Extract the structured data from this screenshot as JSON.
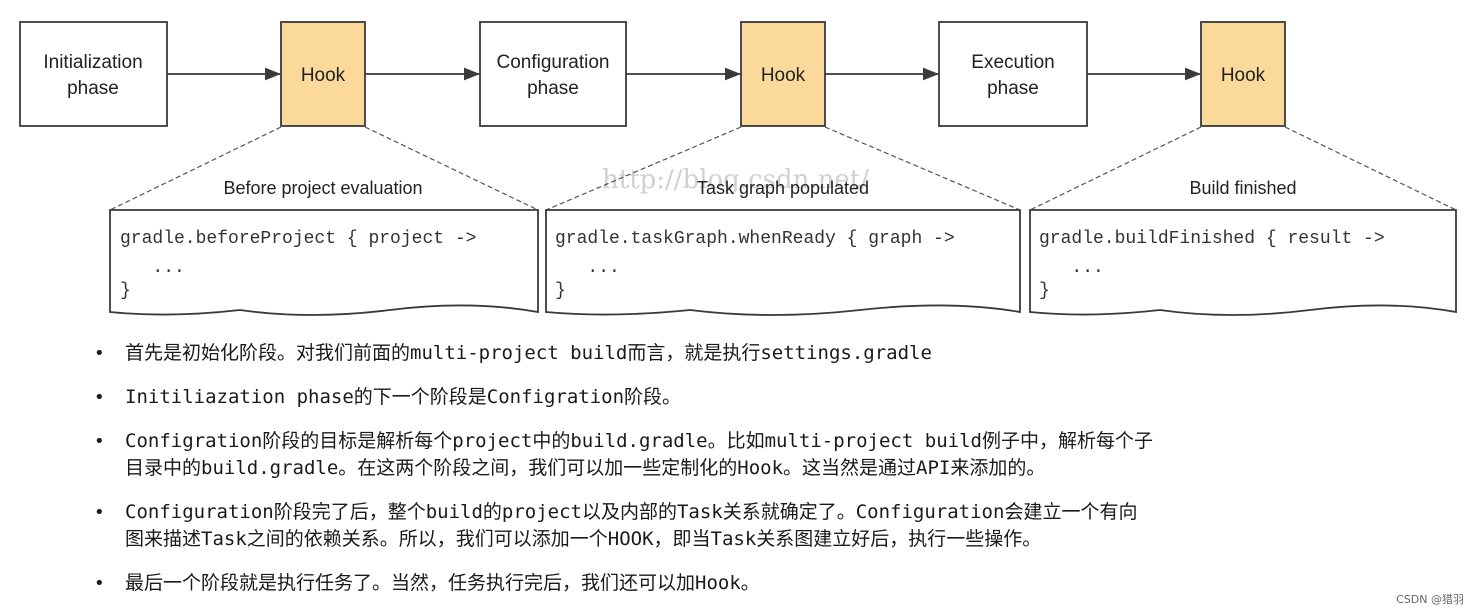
{
  "colors": {
    "phase_fill": "#ffffff",
    "hook_fill": "#fbd99a",
    "stroke": "#3a3a3a",
    "watermark": "#d0d0d0"
  },
  "diagram": {
    "phases": [
      {
        "line1": "Initialization",
        "line2": "phase"
      },
      {
        "line1": "Configuration",
        "line2": "phase"
      },
      {
        "line1": "Execution",
        "line2": "phase"
      }
    ],
    "hooks": [
      "Hook",
      "Hook",
      "Hook"
    ],
    "callouts": [
      {
        "title": "Before project evaluation",
        "code": [
          "gradle.beforeProject { project ->",
          "   ...",
          "}"
        ]
      },
      {
        "title": "Task graph populated",
        "code": [
          "gradle.taskGraph.whenReady { graph ->",
          "   ...",
          "}"
        ]
      },
      {
        "title": "Build finished",
        "code": [
          "gradle.buildFinished { result ->",
          "   ...",
          "}"
        ]
      }
    ],
    "watermark": "http://blog.csdn.net/"
  },
  "notes": [
    {
      "lines": [
        "首先是初始化阶段。对我们前面的multi-project build而言，就是执行settings.gradle"
      ]
    },
    {
      "lines": [
        "Initiliazation phase的下一个阶段是Configration阶段。"
      ]
    },
    {
      "lines": [
        "Configration阶段的目标是解析每个project中的build.gradle。比如multi-project build例子中，解析每个子",
        "目录中的build.gradle。在这两个阶段之间，我们可以加一些定制化的Hook。这当然是通过API来添加的。"
      ]
    },
    {
      "lines": [
        "Configuration阶段完了后，整个build的project以及内部的Task关系就确定了。Configuration会建立一个有向",
        "图来描述Task之间的依赖关系。所以，我们可以添加一个HOOK，即当Task关系图建立好后，执行一些操作。"
      ]
    },
    {
      "lines": [
        "最后一个阶段就是执行任务了。当然，任务执行完后，我们还可以加Hook。"
      ]
    }
  ],
  "credit": "CSDN @猎羽"
}
